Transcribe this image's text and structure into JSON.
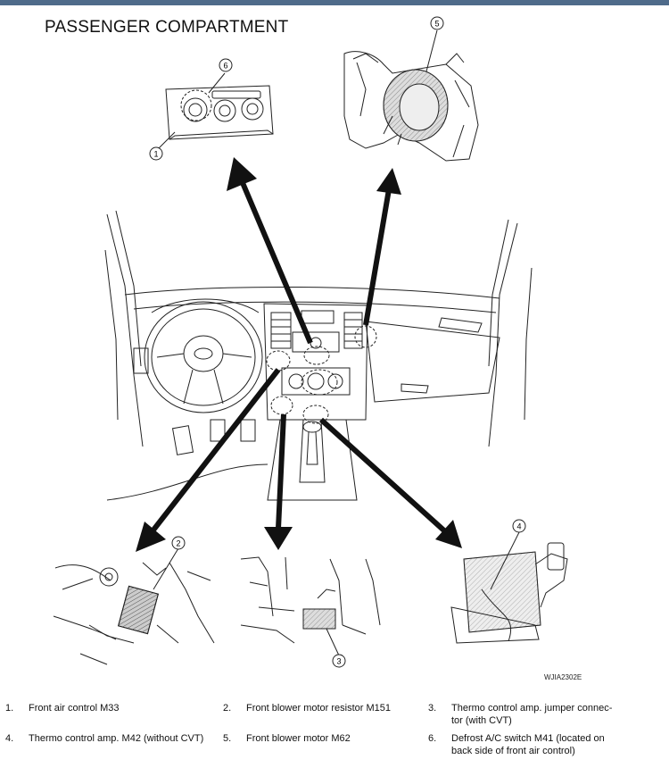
{
  "title": "PASSENGER COMPARTMENT",
  "figure_id": "WJIA2302E",
  "callouts": [
    "1",
    "2",
    "3",
    "4",
    "5",
    "6"
  ],
  "legend": [
    {
      "num": "1.",
      "text": "Front air control M33"
    },
    {
      "num": "2.",
      "text": "Front blower motor resistor M151"
    },
    {
      "num": "3.",
      "text": "Thermo control amp. jumper connec-",
      "text2": "tor (with CVT)"
    },
    {
      "num": "4.",
      "text": "Thermo control amp. M42 (without CVT)"
    },
    {
      "num": "5.",
      "text": "Front blower motor M62"
    },
    {
      "num": "6.",
      "text": "Defrost A/C switch M41 (located on",
      "text2": "back side of front air control)"
    }
  ]
}
